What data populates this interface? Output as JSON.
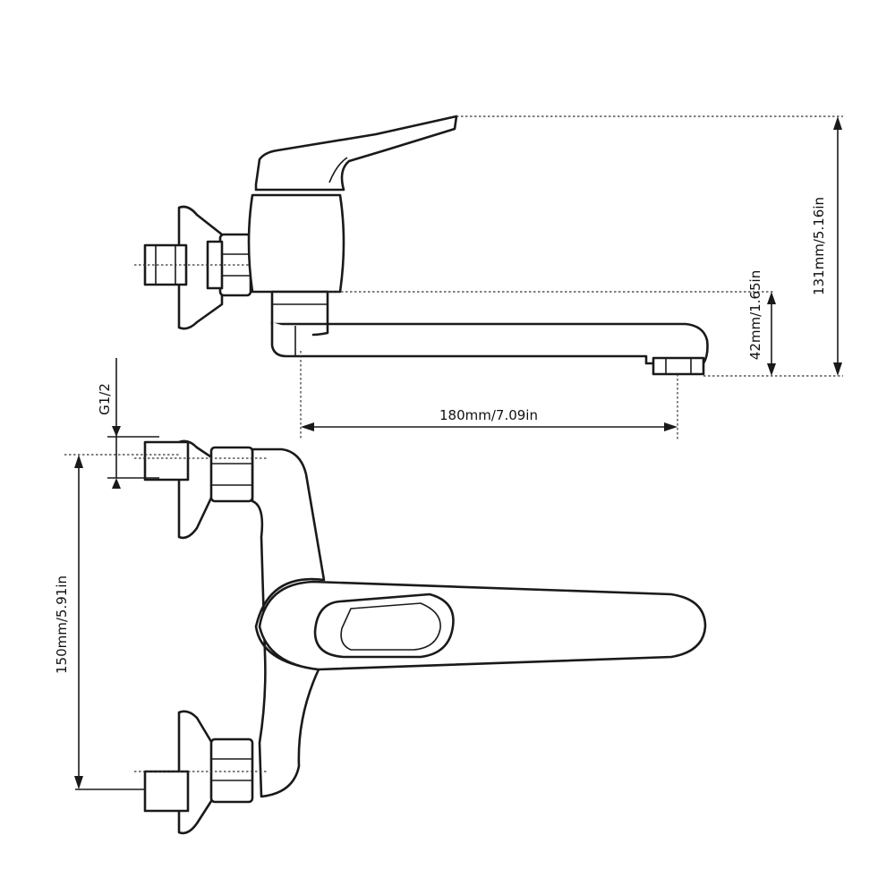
{
  "dimensions": {
    "spout_reach": "180mm/7.09in",
    "total_height": "131mm/5.16in",
    "spout_height": "42mm/1.65in",
    "center_distance": "150mm/5.91in",
    "thread": "G1/2"
  }
}
